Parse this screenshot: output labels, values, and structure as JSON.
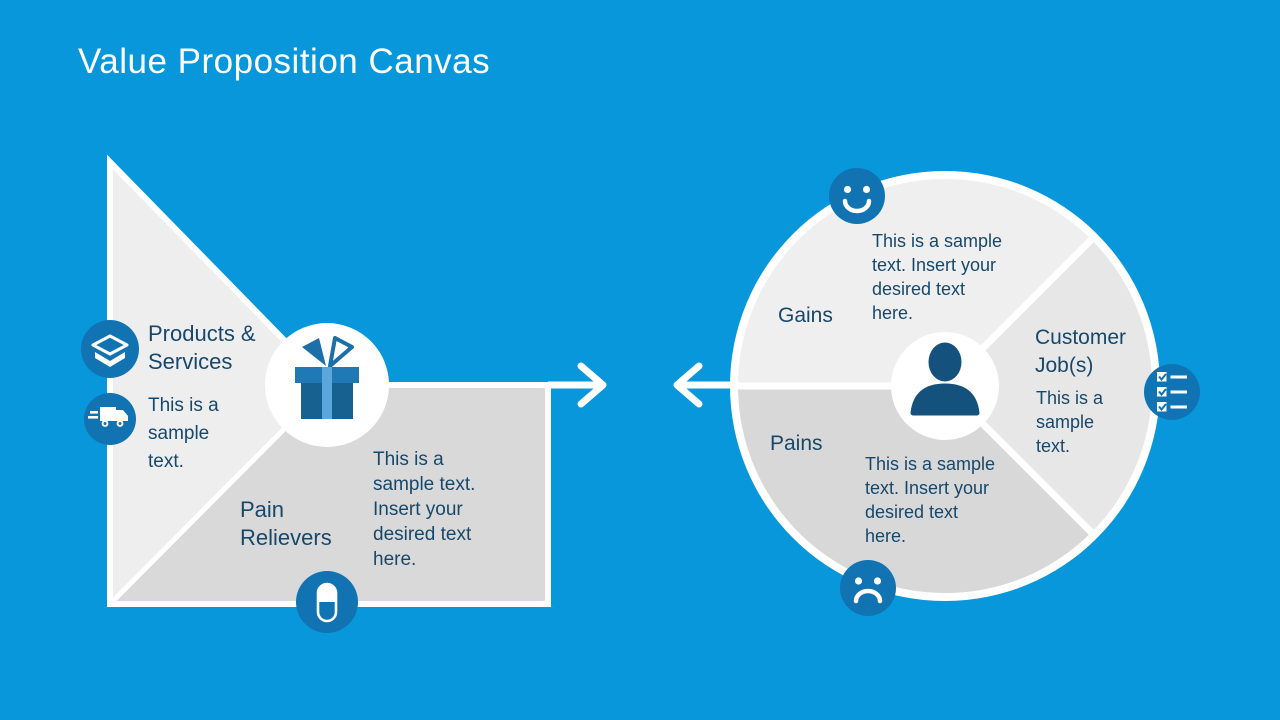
{
  "title": "Value Proposition Canvas",
  "colors": {
    "background": "#0897DB",
    "icon_circle_blue": "#1173B2",
    "dark_text": "#17486B",
    "light_gray": "#EFEFEF",
    "dark_gray": "#D9D9D9",
    "gift_body_blue": "#16618F",
    "gift_lid_blue": "#2078B4",
    "gift_ribbon_blue": "#5BA7DC",
    "person_blue": "#15517D",
    "white": "#FFFFFF"
  },
  "value_map": {
    "products_services": {
      "label": "Products & Services",
      "sample_text": "This is a sample text.",
      "icons": [
        "open-box-icon",
        "delivery-truck-icon"
      ]
    },
    "pain_relievers": {
      "label": "Pain Relievers",
      "sample_text": "This is a sample text. Insert your desired text here.",
      "icon": "pill-icon"
    },
    "center_icon": "gift-icon"
  },
  "customer_profile": {
    "gains": {
      "label": "Gains",
      "sample_text": "This is a sample text. Insert your desired text here.",
      "icon": "smiley-icon"
    },
    "customer_jobs": {
      "label": "Customer Job(s)",
      "sample_text": "This is a sample text.",
      "icon": "checklist-icon"
    },
    "pains": {
      "label": "Pains",
      "sample_text": "This is a sample text. Insert your desired text here.",
      "icon": "sad-face-icon"
    },
    "center_icon": "person-icon"
  }
}
